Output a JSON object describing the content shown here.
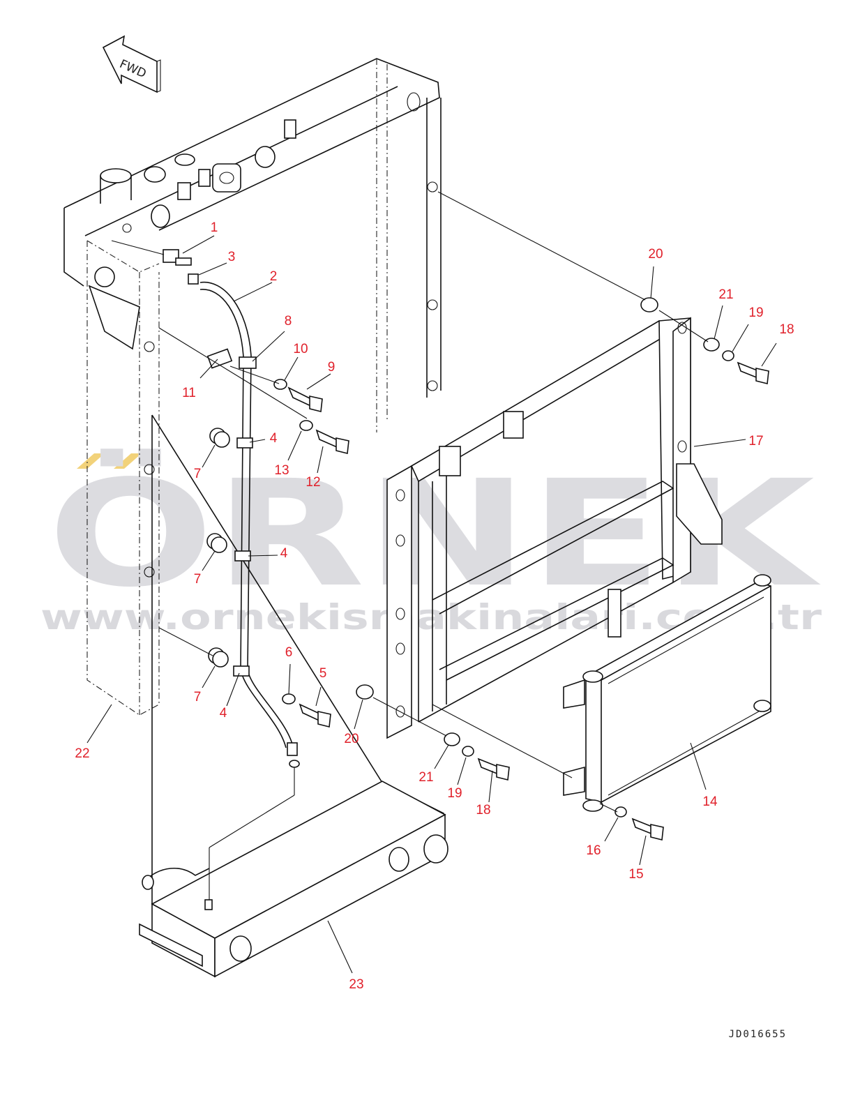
{
  "direction_marker": {
    "label": "FWD"
  },
  "watermark": {
    "brand": "ÖRNEK",
    "url": "www.ornekismakinalari.com.tr"
  },
  "drawing_code": "JD016655",
  "callouts": [
    {
      "id": "c1",
      "text": "1"
    },
    {
      "id": "c2",
      "text": "2"
    },
    {
      "id": "c3",
      "text": "3"
    },
    {
      "id": "c4a",
      "text": "4"
    },
    {
      "id": "c4b",
      "text": "4"
    },
    {
      "id": "c4c",
      "text": "4"
    },
    {
      "id": "c5",
      "text": "5"
    },
    {
      "id": "c6",
      "text": "6"
    },
    {
      "id": "c7a",
      "text": "7"
    },
    {
      "id": "c7b",
      "text": "7"
    },
    {
      "id": "c7c",
      "text": "7"
    },
    {
      "id": "c8",
      "text": "8"
    },
    {
      "id": "c9",
      "text": "9"
    },
    {
      "id": "c10",
      "text": "10"
    },
    {
      "id": "c11",
      "text": "11"
    },
    {
      "id": "c12",
      "text": "12"
    },
    {
      "id": "c13",
      "text": "13"
    },
    {
      "id": "c14",
      "text": "14"
    },
    {
      "id": "c15",
      "text": "15"
    },
    {
      "id": "c16",
      "text": "16"
    },
    {
      "id": "c17",
      "text": "17"
    },
    {
      "id": "c18a",
      "text": "18"
    },
    {
      "id": "c18b",
      "text": "18"
    },
    {
      "id": "c19a",
      "text": "19"
    },
    {
      "id": "c19b",
      "text": "19"
    },
    {
      "id": "c20a",
      "text": "20"
    },
    {
      "id": "c20b",
      "text": "20"
    },
    {
      "id": "c21a",
      "text": "21"
    },
    {
      "id": "c21b",
      "text": "21"
    },
    {
      "id": "c22",
      "text": "22"
    },
    {
      "id": "c23",
      "text": "23"
    }
  ]
}
